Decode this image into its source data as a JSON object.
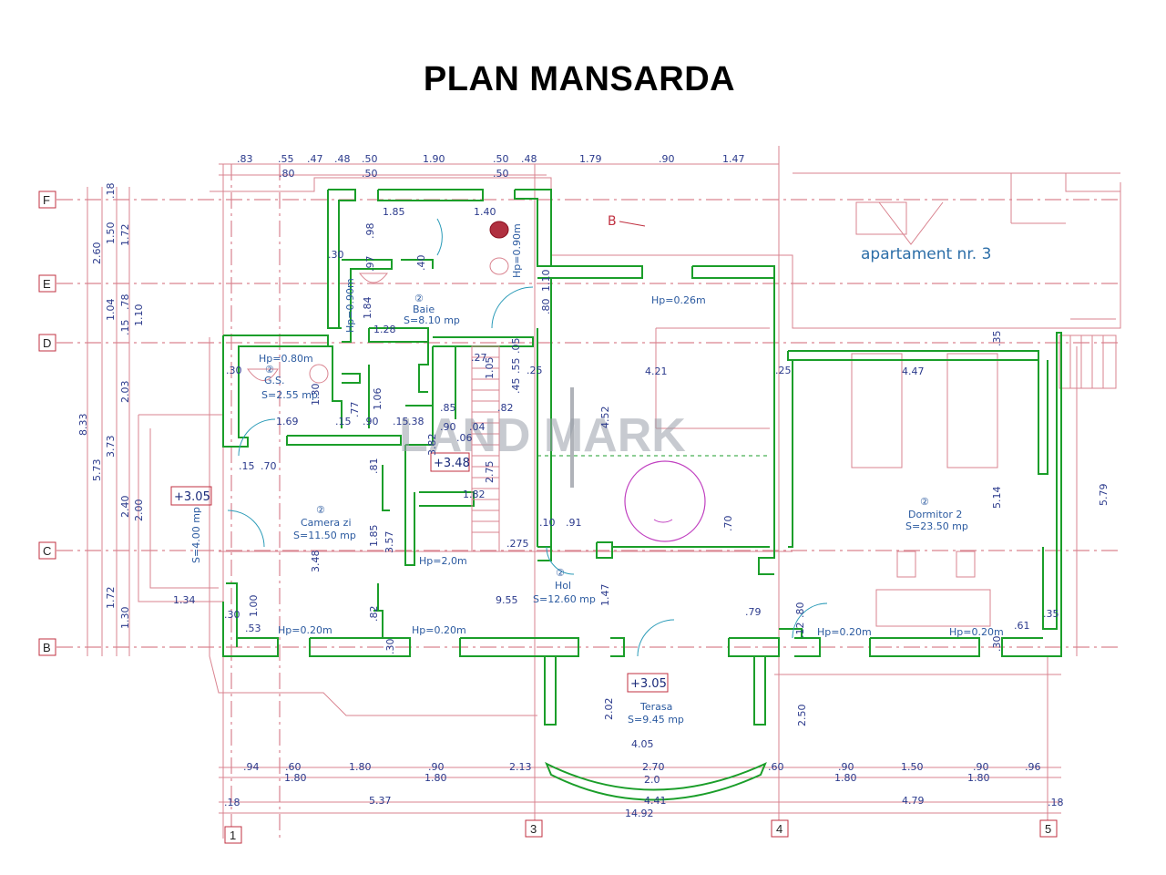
{
  "title": "PLAN MANSARDA",
  "watermark": "LAND MARK",
  "axes": {
    "rows": [
      "F",
      "E",
      "D",
      "C",
      "B"
    ],
    "cols": [
      "1",
      "3",
      "4",
      "5"
    ]
  },
  "top_dims_row1": [
    ".83",
    ".55",
    ".47",
    ".48",
    ".50",
    "1.90",
    ".50",
    ".48",
    "1.79",
    ".90",
    "1.47"
  ],
  "top_dims_row2": [
    ".80",
    ".50",
    ".50"
  ],
  "left_dims": [
    "8.33",
    "5.73",
    "2.60",
    "1.50",
    "1.72",
    ".18",
    "1.04",
    ".78",
    ".15",
    "1.10",
    "3.73",
    "2.03",
    "2.40",
    "2.00",
    "1.72",
    "1.30"
  ],
  "right_dims": [
    "5.79"
  ],
  "bottom_dims_row1": [
    ".94",
    ".60",
    "1.80",
    ".90",
    "2.13",
    "2.70",
    ".60",
    ".90",
    "1.50",
    ".90",
    ".96"
  ],
  "bottom_dims_row2": [
    "1.80",
    "1.80",
    "2.0",
    "1.80",
    "1.80"
  ],
  "bottom_dims_row3": [
    ".18",
    "5.37",
    "4.41",
    "4.79",
    ".18"
  ],
  "bottom_total": "14.92",
  "rooms": [
    {
      "num": "②",
      "name": "Baie",
      "area": "S=8.10 mp"
    },
    {
      "num": "②",
      "name": "G.S.",
      "area": "S=2.55 mp"
    },
    {
      "num": "②",
      "name": "Camera zi",
      "area": "S=11.50 mp"
    },
    {
      "num": "②",
      "name": "Hol",
      "area": "S=12.60 mp"
    },
    {
      "num": "②",
      "name": "Dormitor 2",
      "area": "S=23.50 mp"
    },
    {
      "name": "Terasa",
      "area": "S=9.45 mp"
    }
  ],
  "balcony_area": "S=4.00 mp",
  "levels": [
    "+3.05",
    "+3.48",
    "+3.05"
  ],
  "heights": [
    "Hp=0.80m",
    "Hp=0.90m",
    "Hp=0.90m",
    "Hp=0.26m",
    "Hp=2,0m",
    "Hp=0.20m",
    "Hp=0.20m",
    "Hp=0.20m",
    "Hp=0.20m"
  ],
  "apartment_label": "apartament nr. 3",
  "section_mark": "B",
  "interior_dims": [
    "1.85",
    "1.40",
    ".98",
    ".30",
    ".97",
    ".40",
    "1.10",
    ".80",
    "4.21",
    "4.47",
    ".25",
    ".25",
    ".35",
    "4.52",
    "5.14",
    ".70",
    ".91",
    ".10",
    "1.28",
    "1.84",
    ".30",
    "1.69",
    ".15",
    ".90",
    "1.06",
    ".77",
    "1.30",
    ".15",
    ".70",
    "3.48",
    "3.57",
    "1.85",
    ".81",
    ".82",
    "9.55",
    "1.47",
    ".79",
    ".80",
    ".35",
    ".61",
    ".12",
    ".30",
    "1.34",
    ".30",
    "1.00",
    ".53",
    ".30",
    "2.02",
    "4.05",
    "2.50",
    ".85",
    ".90",
    ".82",
    ".06",
    ".04",
    "1.82",
    "2.75",
    ".15",
    ".38",
    ".55",
    ".05",
    ".45",
    "1.05",
    "3.82",
    ".27",
    ".275"
  ]
}
